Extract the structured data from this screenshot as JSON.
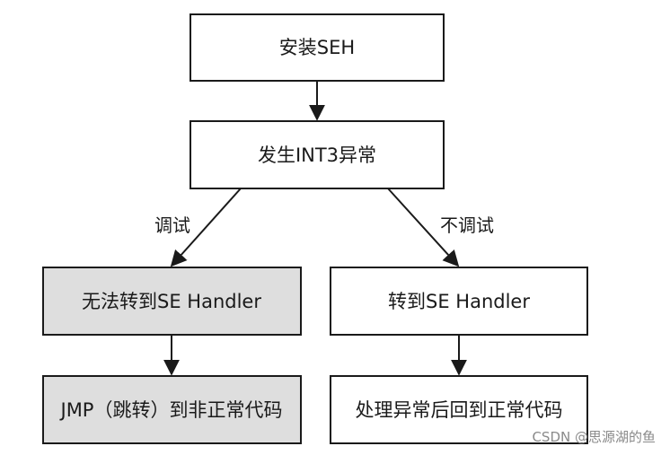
{
  "nodes": {
    "install_seh": {
      "label": "安装SEH"
    },
    "int3_exception": {
      "label": "发生INT3异常"
    },
    "cannot_goto_handler": {
      "label": "无法转到SE Handler"
    },
    "goto_handler": {
      "label": "转到SE Handler"
    },
    "jmp_abnormal": {
      "label": "JMP（跳转）到非正常代码"
    },
    "handle_return_normal": {
      "label": "处理异常后回到正常代码"
    }
  },
  "edges": {
    "debug": {
      "label": "调试"
    },
    "no_debug": {
      "label": "不调试"
    }
  },
  "colors": {
    "box_fill": "#ffffff",
    "box_fill_shaded": "#dedede",
    "stroke": "#1a1a1a"
  },
  "watermark": "CSDN @思源湖的鱼"
}
